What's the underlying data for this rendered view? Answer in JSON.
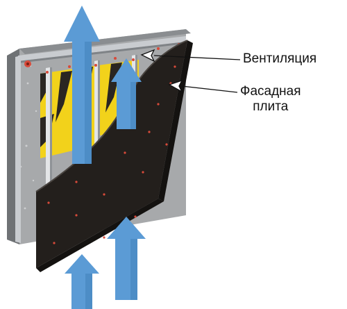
{
  "labels": {
    "ventilation": "Вентиляция",
    "facade_line1": "Фасадная",
    "facade_line2": "плита"
  },
  "colors": {
    "panel": "#231f1c",
    "panel_edge": "#141210",
    "insulation": "#f2d21b",
    "frame": "#c9ccd0",
    "wall": "#a7a9ab",
    "wall_dark": "#6f7275",
    "arrow": "#5b9bd5",
    "arrow_dark": "#3f7fb8",
    "rivet": "#d84a3a",
    "text": "#111111"
  },
  "icons": {
    "airflow": "airflow-arrow-icon",
    "callout": "callout-pointer-icon"
  }
}
